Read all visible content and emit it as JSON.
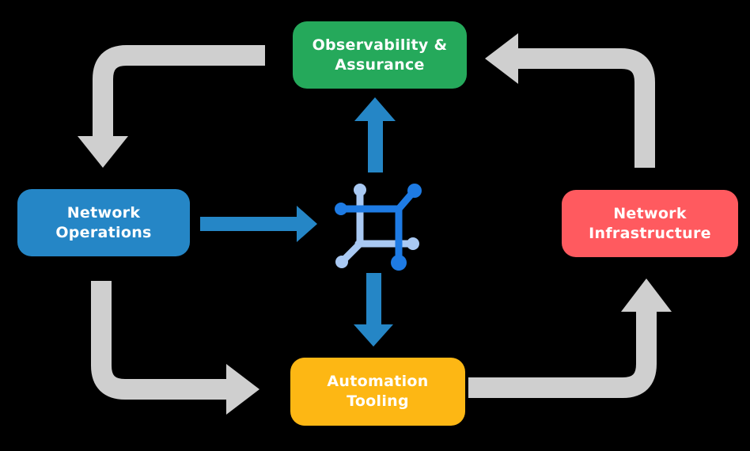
{
  "diagram": {
    "background_color": "#000000",
    "nodes": {
      "observability": {
        "lines": [
          "Observability &",
          "Assurance"
        ],
        "color": "#25A95B"
      },
      "operations": {
        "lines": [
          "Network",
          "Operations"
        ],
        "color": "#2586C6"
      },
      "infrastructure": {
        "lines": [
          "Network",
          "Infrastructure"
        ],
        "color": "#FF5A5F"
      },
      "automation": {
        "lines": [
          "Automation",
          "Tooling"
        ],
        "color": "#FDB714"
      }
    },
    "colors": {
      "arrow_gray": "#CFCFCF",
      "arrow_blue": "#2586C6",
      "icon_dark_blue": "#1E7BE4",
      "icon_light_blue": "#A9C9F3",
      "text": "#FFFFFF"
    },
    "icon": {
      "name": "network-automation-icon"
    }
  }
}
